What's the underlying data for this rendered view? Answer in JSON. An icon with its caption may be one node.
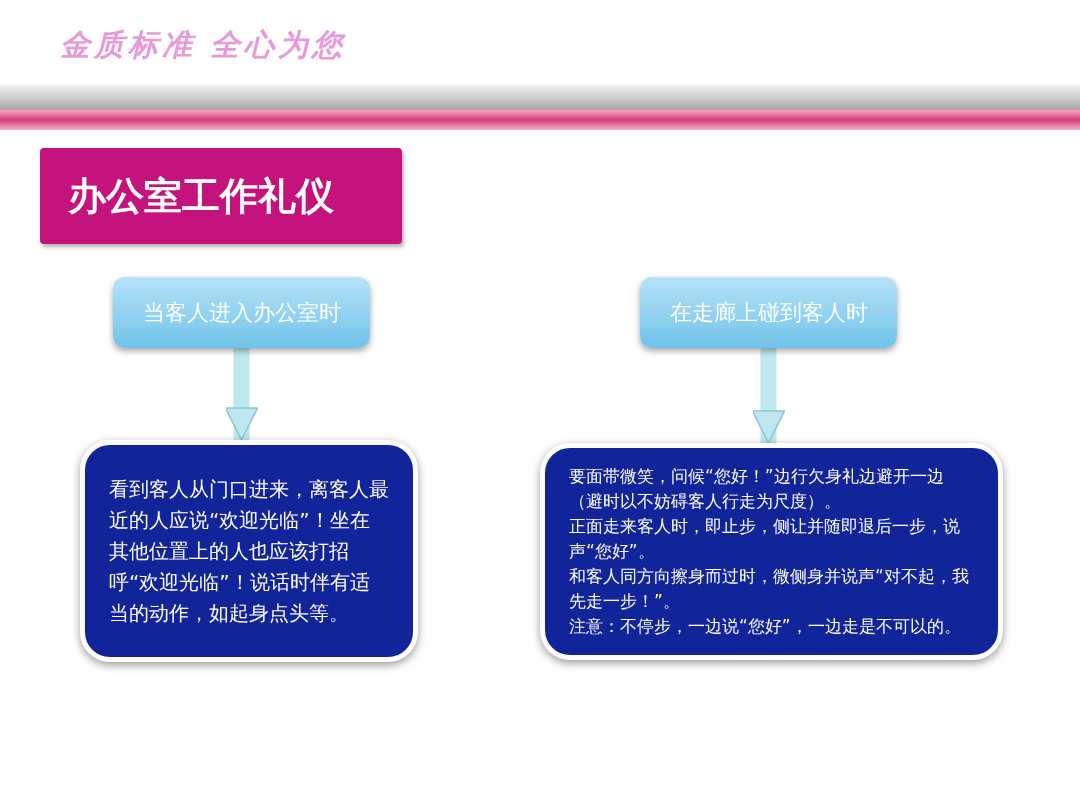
{
  "diagram": {
    "title": "办公室工作礼仪",
    "nodes": [
      {
        "text": [
          "当客人进入办公室时"
        ]
      },
      {
        "text": [
          "在走廊上碰到客人时"
        ]
      },
      {
        "text": [
          "看到客人从门口进来，离客人最近的人应说“欢迎光临”！坐在其他位置上的人也应该打招呼“欢迎光临”！说话时伴有适当的动作，如起身点头等。"
        ]
      },
      {
        "text": [
          "要面带微笑，问候“您好！”边行欠身礼边避开一边（避时以不妨碍客人行走为尺度）。",
          "正面走来客人时，即止步，侧让并随即退后一步，说声“您好”。",
          "和客人同方向擦身而过时，微侧身并说声“对不起，我先走一步！”。",
          "注意：不停步，一边说“您好”，一边走是不可以的。"
        ]
      }
    ],
    "edges": [
      {
        "from": 0,
        "to": 2,
        "arrow": "to"
      },
      {
        "from": 1,
        "to": 3,
        "arrow": "to"
      }
    ],
    "labels": [
      "金质标准 全心为您"
    ]
  }
}
